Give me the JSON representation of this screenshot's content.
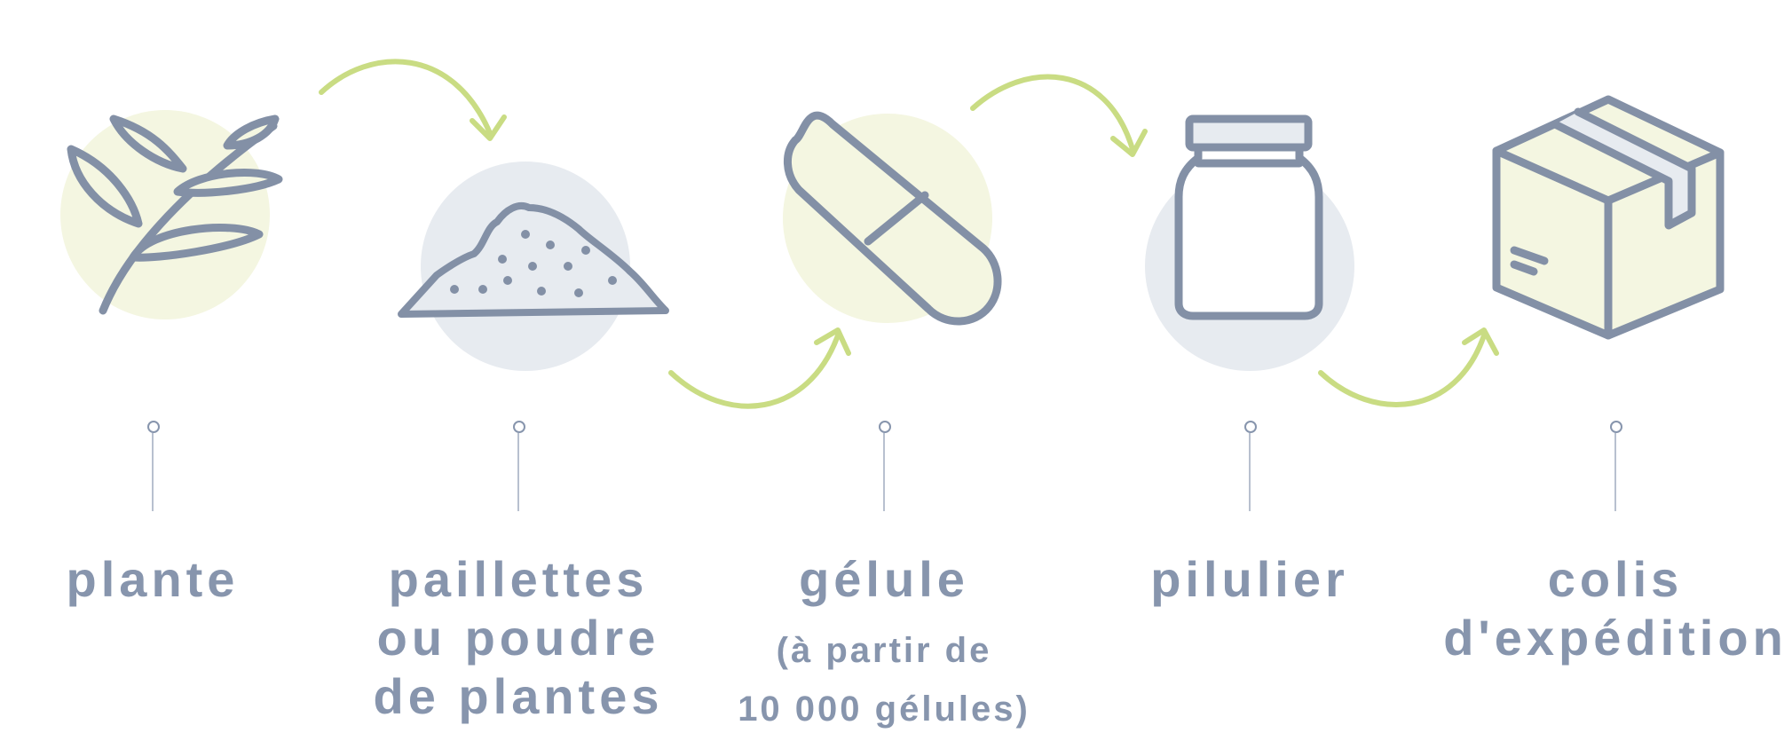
{
  "colors": {
    "stroke": "#8390a6",
    "fill_green": "#f4f6e1",
    "fill_grey": "#e7ebf0",
    "arrow": "#c9dc83",
    "label": "#8795ad",
    "pin": "#b8c0cf"
  },
  "steps": [
    {
      "id": "plante",
      "icon": "plant-icon",
      "label_lines": [
        "plante"
      ],
      "sub_lines": []
    },
    {
      "id": "poudre",
      "icon": "powder-pile-icon",
      "label_lines": [
        "paillettes",
        "ou poudre",
        "de plantes"
      ],
      "sub_lines": []
    },
    {
      "id": "gelule",
      "icon": "capsule-icon",
      "label_lines": [
        "gélule"
      ],
      "sub_lines": [
        "(à partir de",
        "10 000 gélules)"
      ]
    },
    {
      "id": "pilulier",
      "icon": "jar-icon",
      "label_lines": [
        "pilulier"
      ],
      "sub_lines": []
    },
    {
      "id": "colis",
      "icon": "box-icon",
      "label_lines": [
        "colis",
        "d'expédition"
      ],
      "sub_lines": []
    }
  ]
}
